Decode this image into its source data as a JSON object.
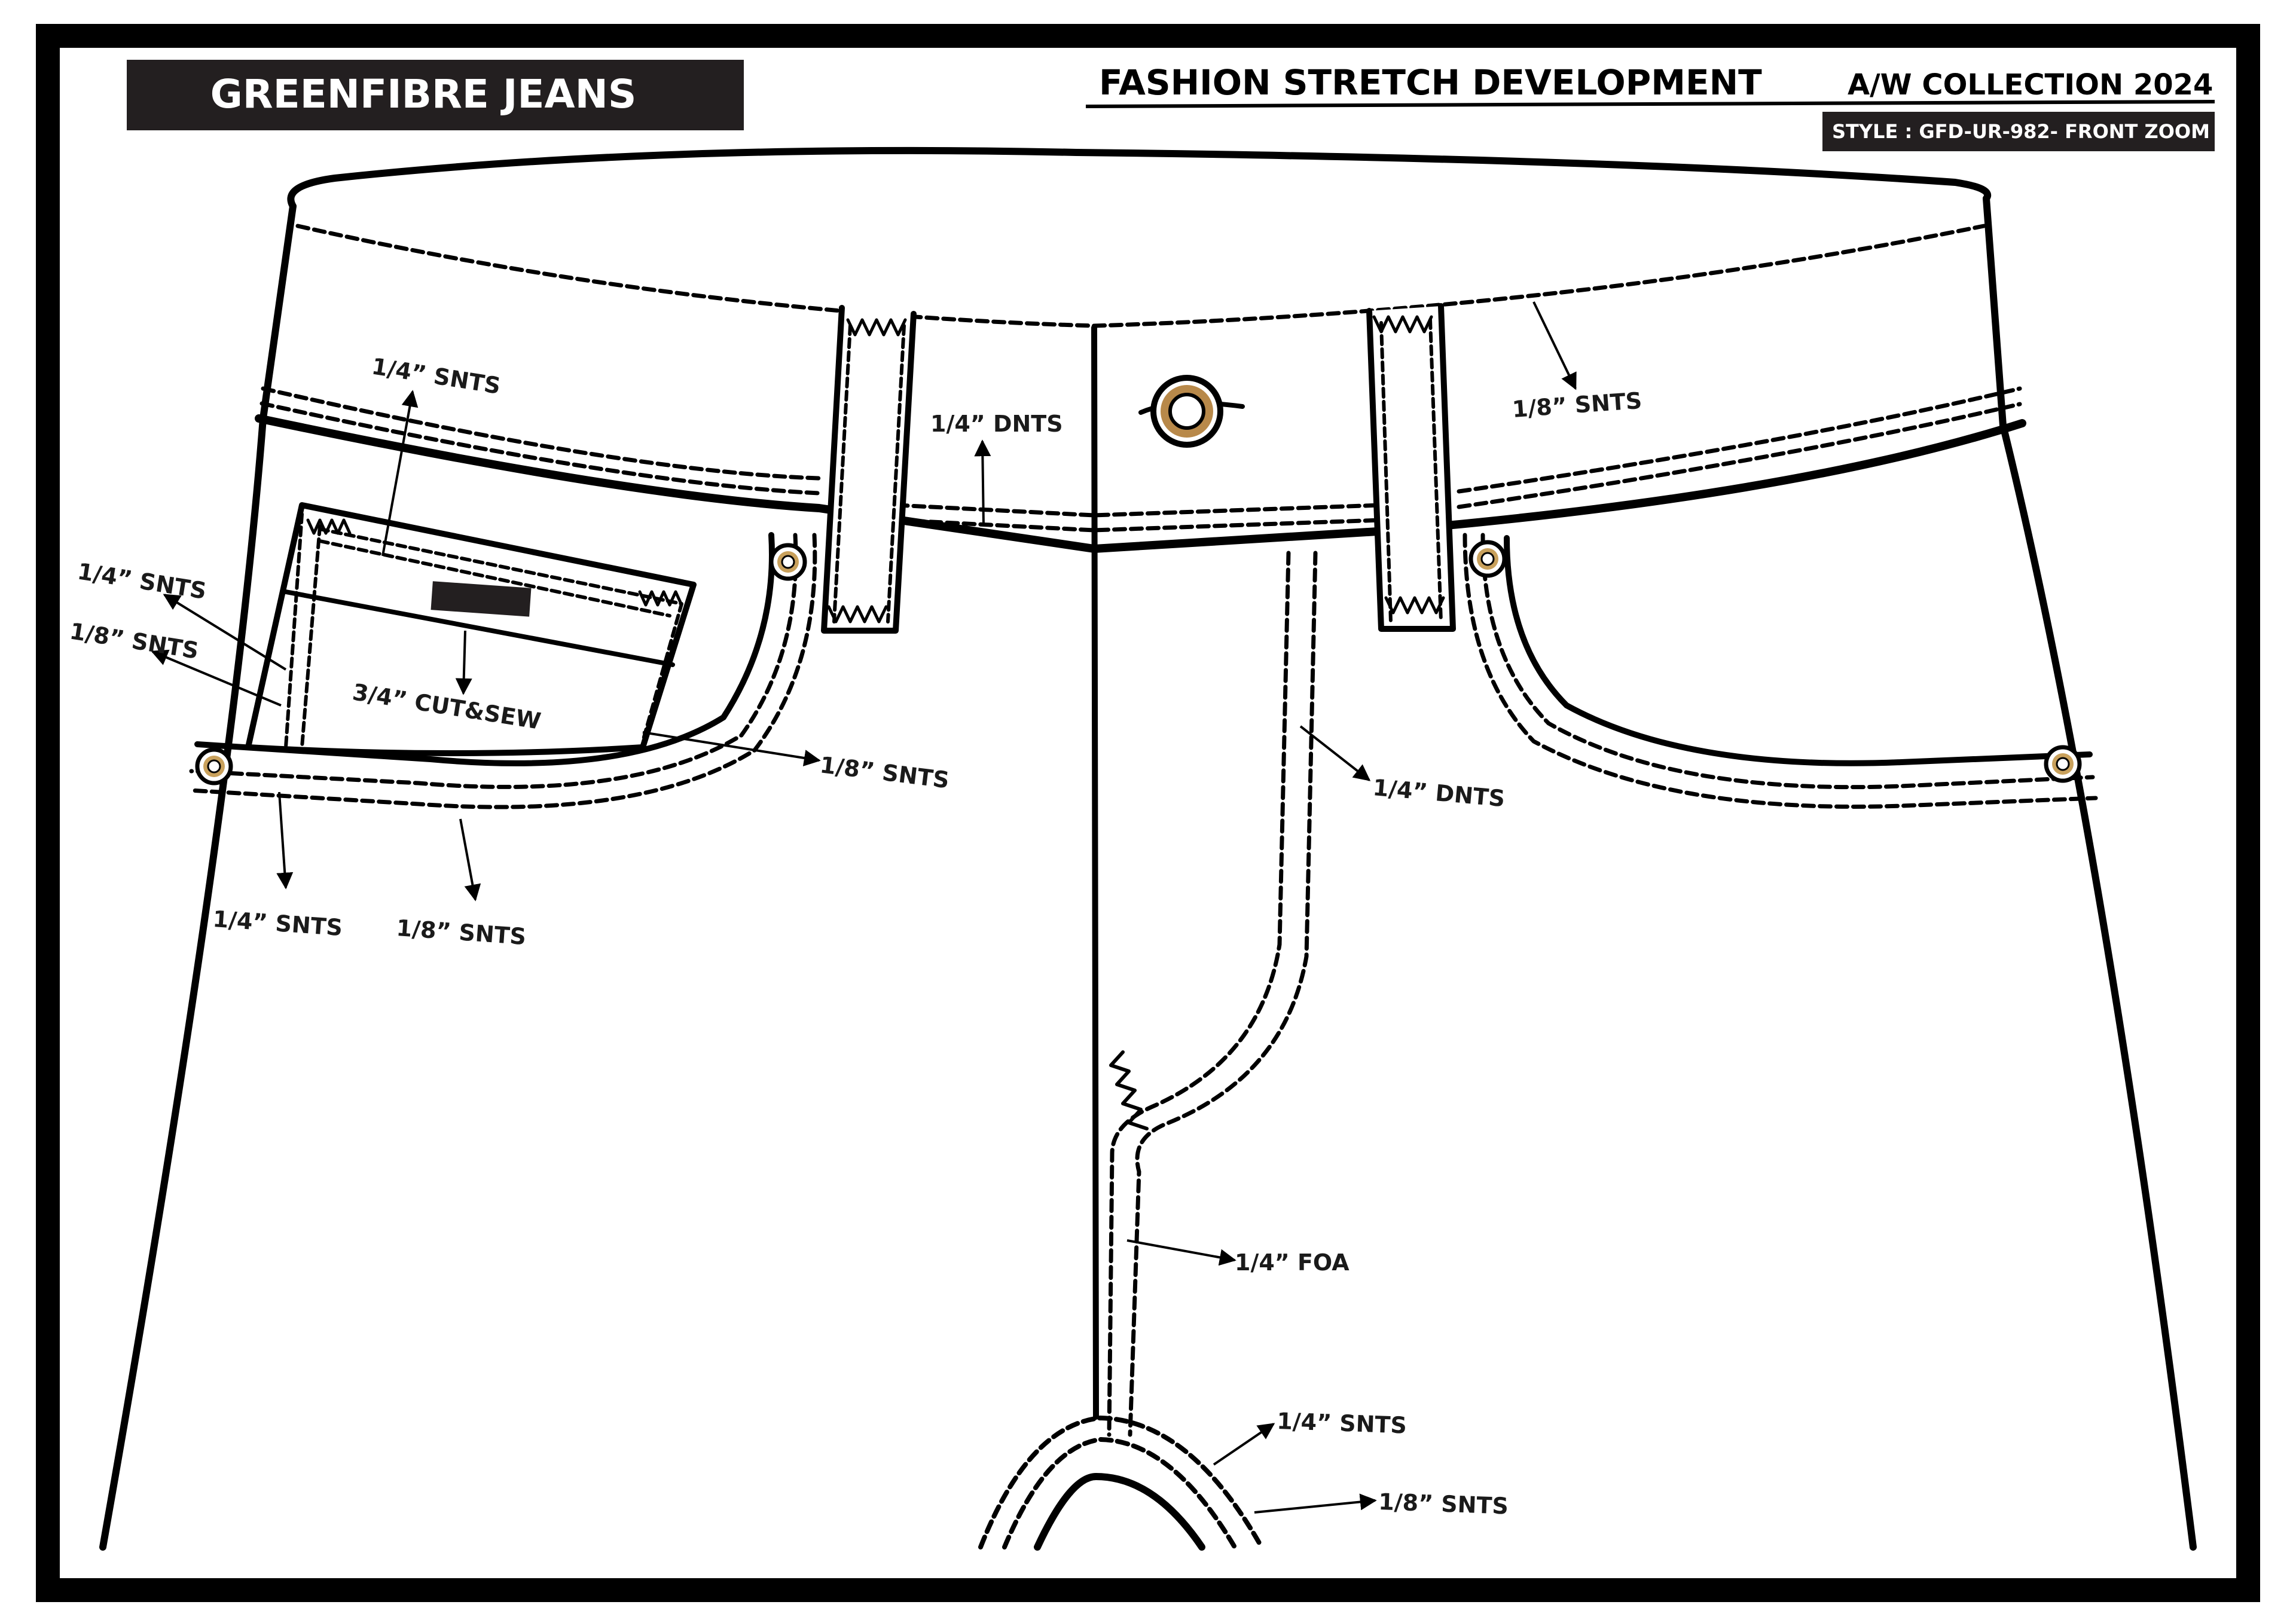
{
  "header": {
    "brand": "GREENFIBRE JEANS",
    "title": "FASHION STRETCH DEVELOPMENT",
    "collection": "A/W COLLECTION 2024",
    "style": "STYLE : GFD-UR-982- FRONT ZOOM"
  },
  "callouts": {
    "wb_left_top": "1/4” SNTS",
    "wb_center": "1/4” DNTS",
    "wb_right": "1/8” SNTS",
    "coin_side_quarter": "1/4” SNTS",
    "coin_side_eighth": "1/8” SNTS",
    "coin_cut_sew": "3/4” CUT&SEW",
    "pocket_curve": "1/8” SNTS",
    "fly_upper": "1/4” DNTS",
    "facing_quarter": "1/4” SNTS",
    "facing_eighth": "1/8” SNTS",
    "foa": "1/4” FOA",
    "crotch_quarter": "1/4” SNTS",
    "crotch_eighth": "1/8” SNTS"
  },
  "colors": {
    "ink": "#000000",
    "header_box": "#231f20",
    "rivet": "#c9a15c",
    "button": "#b8894a"
  }
}
